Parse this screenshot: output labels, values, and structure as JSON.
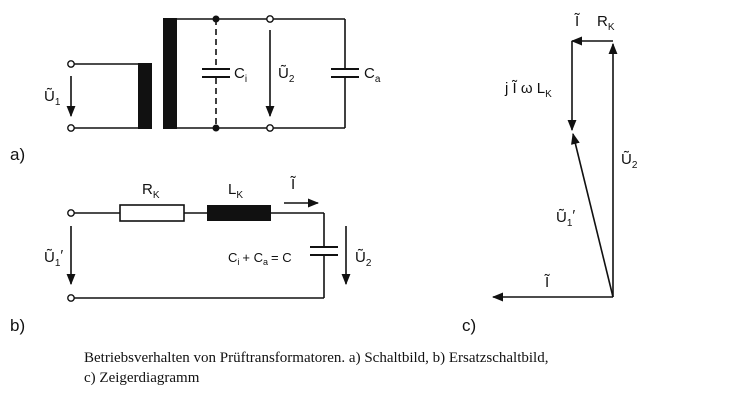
{
  "panel_a": {
    "label": "a)",
    "u1": "Ũ",
    "u1_sub": "1",
    "ci": "C",
    "ci_sub": "i",
    "u2": "Ũ",
    "u2_sub": "2",
    "ca": "C",
    "ca_sub": "a"
  },
  "panel_b": {
    "label": "b)",
    "u1p": "Ũ",
    "u1p_sub": "1",
    "u1p_prime": "′",
    "rk": "R",
    "rk_sub": "K",
    "lk": "L",
    "lk_sub": "K",
    "i": "Ĩ",
    "ceq": "C",
    "ceq_sub1": "i",
    "ceq_mid": "+ C",
    "ceq_sub2": "a",
    "ceq_tail": "= C",
    "u2": "Ũ",
    "u2_sub": "2"
  },
  "panel_c": {
    "label": "c)",
    "top_i": "Ĩ",
    "top_rk": "R",
    "top_rk_sub": "K",
    "jiwl": "j Ĩ ω L",
    "jiwl_sub": "K",
    "u2": "Ũ",
    "u2_sub": "2",
    "u1p": "Ũ",
    "u1p_sub": "1",
    "u1p_prime": "′",
    "bottom_i": "Ĩ"
  },
  "caption": {
    "line1": "Betriebsverhalten von Prüftransformatoren. a) Schaltbild, b) Ersatzschaltbild,",
    "line2": "c) Zeigerdiagramm"
  }
}
